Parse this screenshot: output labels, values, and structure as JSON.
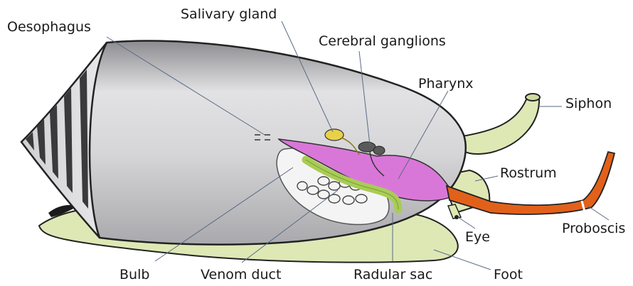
{
  "labels": {
    "oesophagus": "Oesophagus",
    "salivary_gland": "Salivary gland",
    "cerebral_ganglions": "Cerebral ganglions",
    "pharynx": "Pharynx",
    "siphon": "Siphon",
    "rostrum": "Rostrum",
    "eye": "Eye",
    "proboscis": "Proboscis",
    "foot": "Foot",
    "radular_sac": "Radular sac",
    "venom_duct": "Venom duct",
    "bulb": "Bulb"
  },
  "colors": {
    "shell": "#c9c9cb",
    "shell_dark": "#8f8f92",
    "body": "#dde8b5",
    "pharynx": "#d977d9",
    "proboscis": "#e2611a",
    "venom_duct": "#a9cc55",
    "gland": "#e8d14a"
  }
}
